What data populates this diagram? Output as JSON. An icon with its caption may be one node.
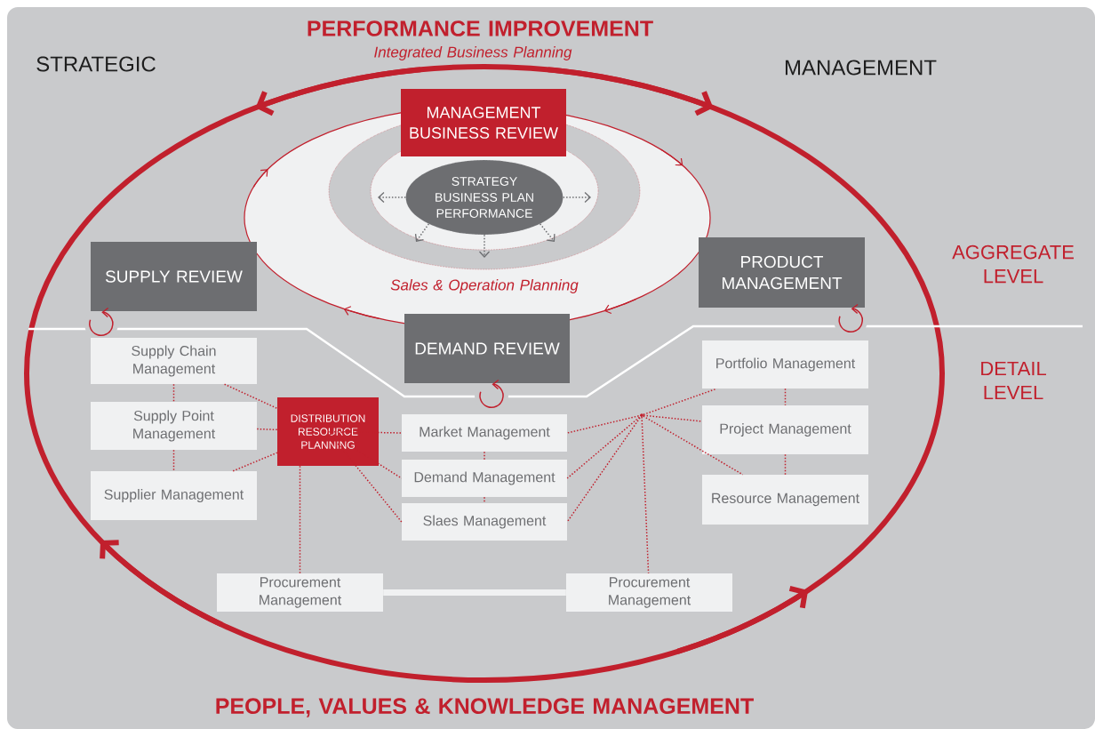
{
  "diagram": {
    "nodes": [
      {
        "text": [
          "MANAGEMENT BUSINESS REVIEW"
        ]
      },
      {
        "text": [
          "STRATEGY BUSINESS PLAN PERFORMANCE"
        ]
      },
      {
        "text": [
          "SUPPLY REVIEW"
        ]
      },
      {
        "text": [
          "PRODUCT MANAGEMENT"
        ]
      },
      {
        "text": [
          "DEMAND REVIEW"
        ]
      },
      {
        "text": [
          "Supply Chain Management"
        ]
      },
      {
        "text": [
          "Supply Point Management"
        ]
      },
      {
        "text": [
          "Supplier Management"
        ]
      },
      {
        "text": [
          "DISTRIBUTION RESOURCE PLANNING"
        ]
      },
      {
        "text": [
          "Market Management"
        ]
      },
      {
        "text": [
          "Demand Management"
        ]
      },
      {
        "text": [
          "Slaes Management"
        ]
      },
      {
        "text": [
          "Portfolio Management"
        ]
      },
      {
        "text": [
          "Project Management"
        ]
      },
      {
        "text": [
          "Resource Management"
        ]
      },
      {
        "text": [
          "Procurement Management"
        ]
      },
      {
        "text": [
          "Procurement Management"
        ]
      },
      {
        "text": [],
        "shape": "dot"
      }
    ],
    "edges": [
      {
        "from": 5,
        "to": 6,
        "arrow": "none",
        "style": "dashed"
      },
      {
        "from": 6,
        "to": 7,
        "arrow": "none",
        "style": "dashed"
      },
      {
        "from": 5,
        "to": 8,
        "arrow": "none",
        "style": "dashed"
      },
      {
        "from": 6,
        "to": 8,
        "arrow": "none",
        "style": "dashed"
      },
      {
        "from": 7,
        "to": 8,
        "arrow": "none",
        "style": "dashed"
      },
      {
        "from": 8,
        "to": 9,
        "arrow": "none",
        "style": "dashed"
      },
      {
        "from": 8,
        "to": 10,
        "arrow": "none",
        "style": "dashed"
      },
      {
        "from": 8,
        "to": 11,
        "arrow": "none",
        "style": "dashed"
      },
      {
        "from": 8,
        "to": 15,
        "arrow": "none",
        "style": "dashed"
      },
      {
        "from": 9,
        "to": 10,
        "arrow": "none",
        "style": "dashed"
      },
      {
        "from": 10,
        "to": 11,
        "arrow": "none",
        "style": "dashed"
      },
      {
        "from": 12,
        "to": 13,
        "arrow": "none",
        "style": "dashed"
      },
      {
        "from": 13,
        "to": 14,
        "arrow": "none",
        "style": "dashed"
      },
      {
        "from": 17,
        "to": 12,
        "arrow": "none",
        "style": "dashed"
      },
      {
        "from": 17,
        "to": 13,
        "arrow": "none",
        "style": "dashed"
      },
      {
        "from": 17,
        "to": 14,
        "arrow": "none",
        "style": "dashed"
      },
      {
        "from": 17,
        "to": 9,
        "arrow": "none",
        "style": "dashed"
      },
      {
        "from": 17,
        "to": 10,
        "arrow": "none",
        "style": "dashed"
      },
      {
        "from": 17,
        "to": 11,
        "arrow": "none",
        "style": "dashed"
      },
      {
        "from": 17,
        "to": 16,
        "arrow": "none",
        "style": "dashed"
      },
      {
        "from": 15,
        "to": 16,
        "arrow": "none",
        "style": "thick",
        "color": "#f0f1f2"
      },
      {
        "from": 1,
        "to": null,
        "arrow": "to",
        "style": "dashed",
        "color": "#6d6e71"
      },
      {
        "from": 1,
        "to": null,
        "arrow": "to",
        "style": "dashed",
        "color": "#6d6e71"
      },
      {
        "from": 1,
        "to": null,
        "arrow": "to",
        "style": "dashed",
        "color": "#6d6e71"
      },
      {
        "from": 1,
        "to": null,
        "arrow": "to",
        "style": "dashed",
        "color": "#6d6e71"
      },
      {
        "from": 1,
        "to": null,
        "arrow": "to",
        "style": "dashed",
        "color": "#6d6e71"
      },
      {
        "from": 2,
        "to": 2,
        "arrow": "to"
      },
      {
        "from": 3,
        "to": 3,
        "arrow": "to"
      },
      {
        "from": 4,
        "to": 4,
        "arrow": "to"
      }
    ],
    "labels": [
      "STRATEGIC",
      "MANAGEMENT",
      "PERFORMANCE IMPROVEMENT",
      "Integrated Business Planning",
      "Sales & Operation Planning",
      "AGGREGATE LEVEL",
      "DETAIL LEVEL",
      "PEOPLE, VALUES & KNOWLEDGE MANAGEMENT"
    ]
  }
}
